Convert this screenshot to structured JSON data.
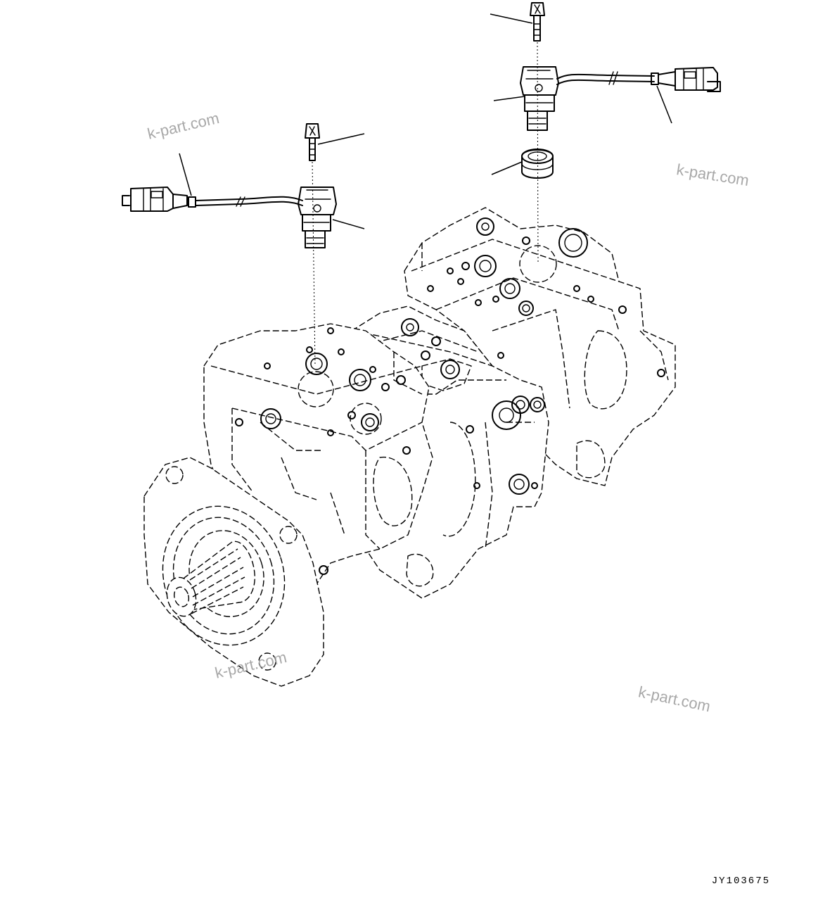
{
  "watermarks": [
    "k-part.com",
    "k-part.com",
    "k-part.com",
    "k-part.com"
  ],
  "reference_code": "JY103675",
  "colors": {
    "line": "#000000",
    "background": "#ffffff",
    "watermark": "#9a9a9a"
  }
}
